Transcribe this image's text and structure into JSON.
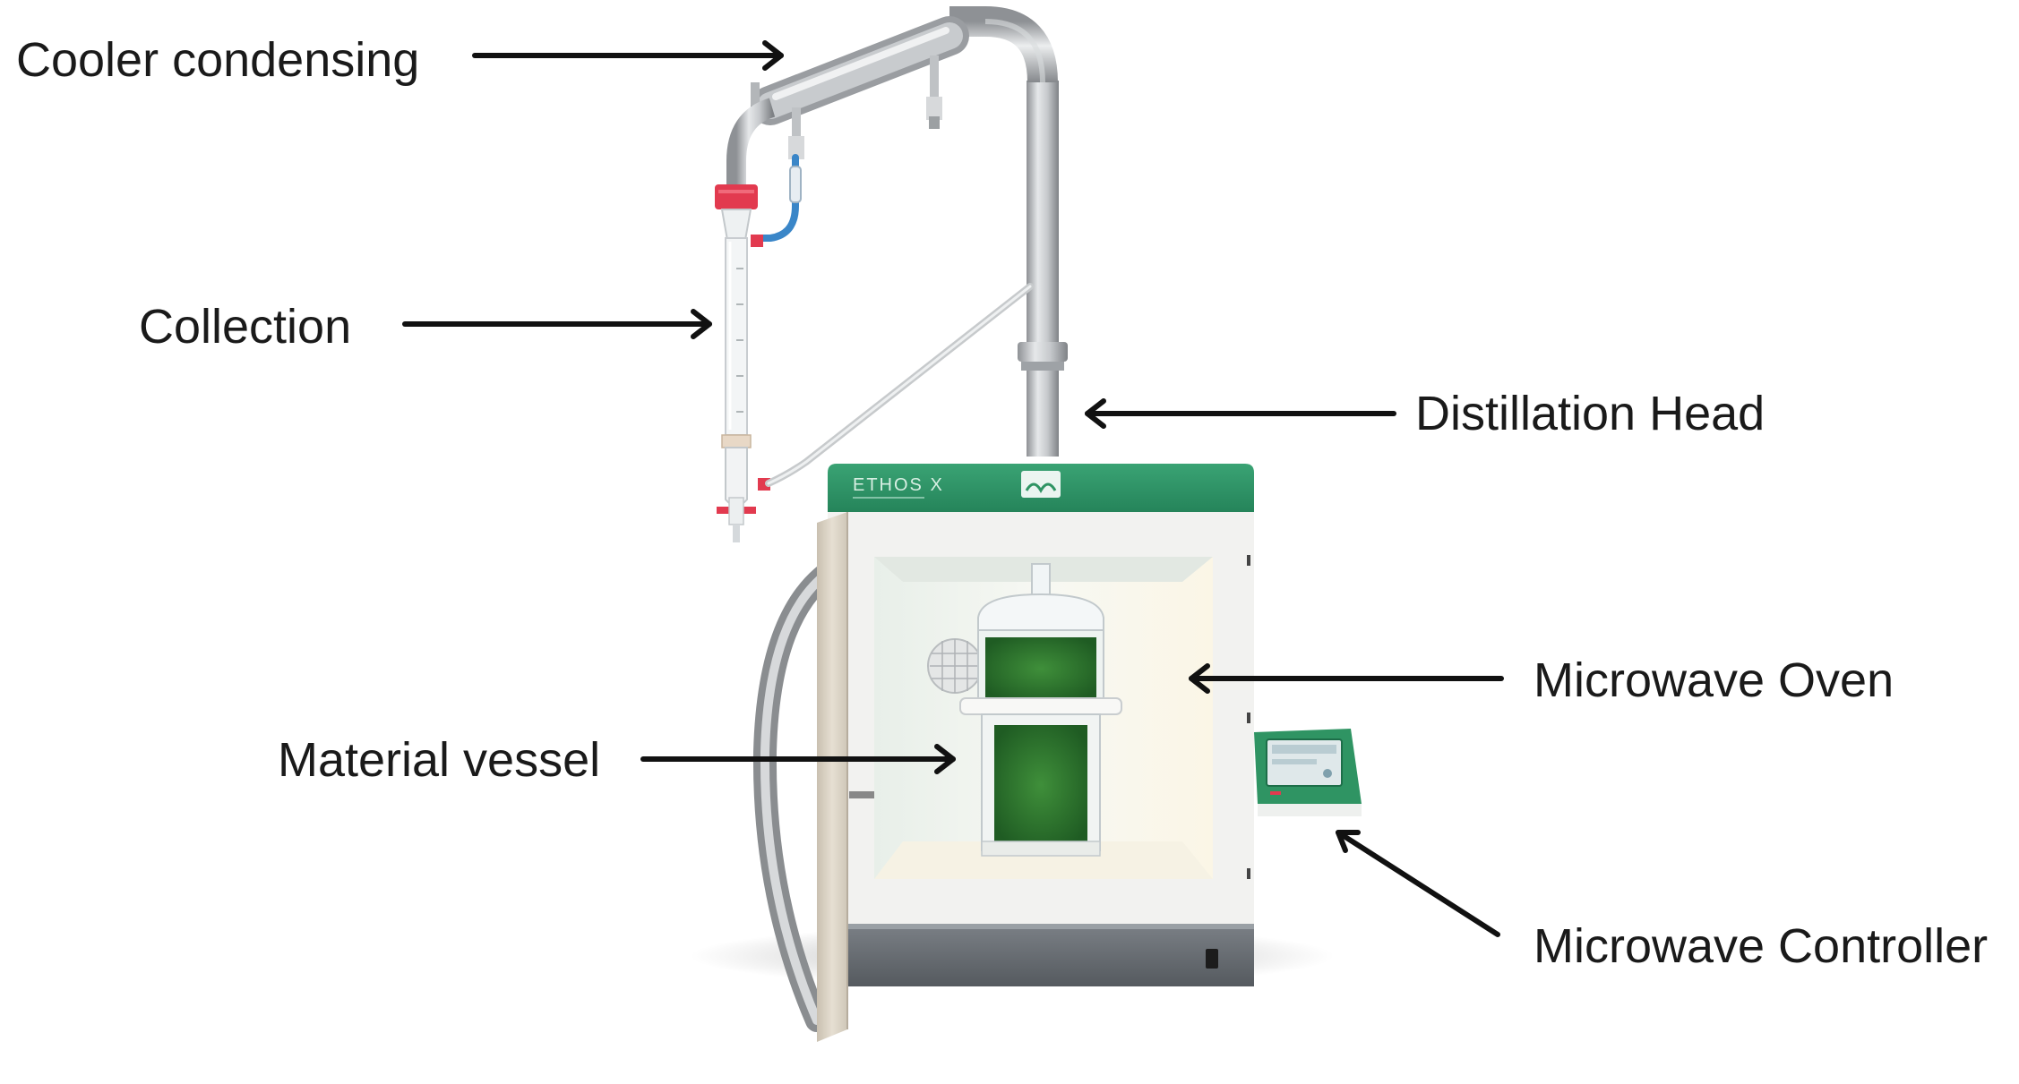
{
  "labels": {
    "cooler": "Cooler condensing",
    "collection": "Collection",
    "distillation_head": "Distillation Head",
    "microwave_oven": "Microwave Oven",
    "material_vessel": "Material vessel",
    "microwave_controller": "Microwave Controller"
  },
  "device": {
    "brand": "ETHOS X"
  },
  "colors": {
    "brand_green": "#2f9463",
    "steel": "#b9bcbf",
    "cap_red": "#e23a4f",
    "arrow": "#111111",
    "base_grey": "#6b7075",
    "door_beige": "#d8d0c2",
    "cavity": "#f3f6f1",
    "tube_blue": "#3a86c8"
  }
}
